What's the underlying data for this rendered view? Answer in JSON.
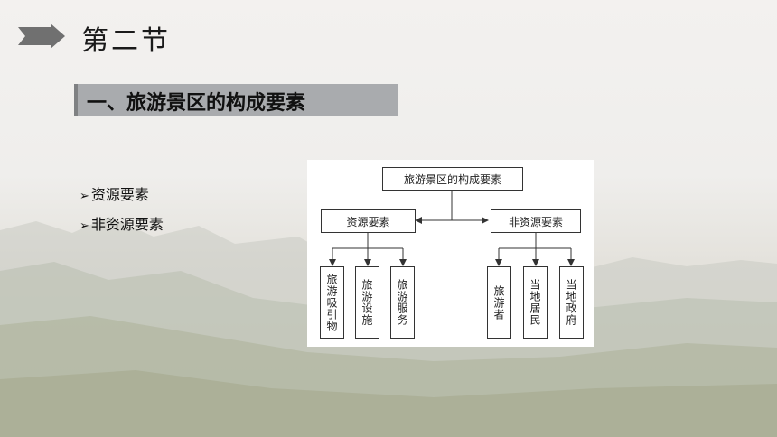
{
  "header": {
    "title": "第二节"
  },
  "heading": {
    "text": "一、旅游景区的构成要素"
  },
  "bullets": [
    {
      "mark": "➢",
      "text": "资源要素"
    },
    {
      "mark": "➢",
      "text": "非资源要素"
    }
  ],
  "diagram": {
    "root": "旅游景区的构成要素",
    "branches": [
      {
        "label": "资源要素",
        "children": [
          "旅游吸引物",
          "旅游设施",
          "旅游服务"
        ]
      },
      {
        "label": "非资源要素",
        "children": [
          "旅游者",
          "当地居民",
          "当地政府"
        ]
      }
    ]
  },
  "colors": {
    "heading_bg": "#a9abae",
    "arrow": "#707070"
  }
}
